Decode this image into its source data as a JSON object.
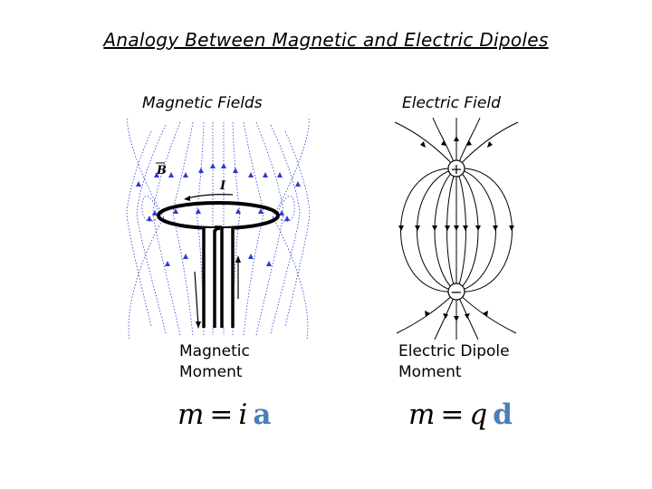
{
  "title": "Analogy Between Magnetic and Electric Dipoles",
  "magnetic": {
    "heading": "Magnetic Fields",
    "label_B": "B",
    "label_I": "I",
    "caption_line1": "Magnetic",
    "caption_line2": "Moment",
    "formula": {
      "lhs": "m",
      "eq": "=",
      "scalar": "i",
      "vector": "a"
    }
  },
  "electric": {
    "heading": "Electric Field",
    "plus_sign": "+",
    "minus_sign": "−",
    "caption_line1": "Electric Dipole",
    "caption_line2": "Moment",
    "formula": {
      "lhs": "m",
      "eq": "=",
      "scalar": "q",
      "vector": "d"
    }
  },
  "colors": {
    "field_lines": "#2b3bd6",
    "vector_accent": "#4a7fb5"
  }
}
